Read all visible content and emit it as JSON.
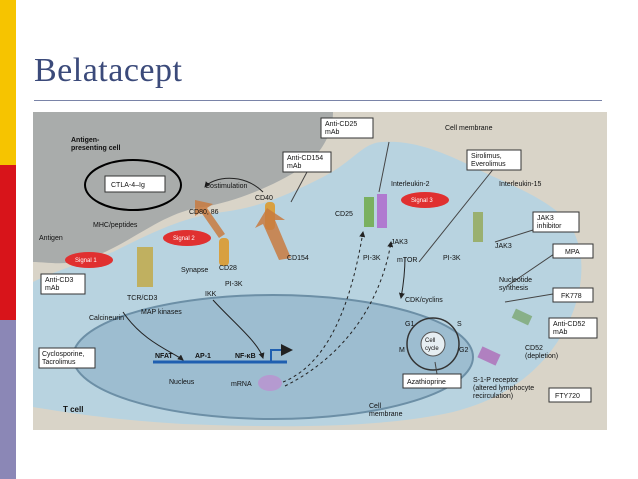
{
  "slide": {
    "title": "Belatacept"
  },
  "colors": {
    "bar_yellow": "#f6c400",
    "bar_red": "#d8141a",
    "bar_purple": "#8b87b6",
    "title": "#3b4a7a"
  },
  "diagram": {
    "apc_label": "Antigen-\npresenting cell",
    "tcell_label": "T cell",
    "nucleus_label": "Nucleus",
    "cell_membrane_top": "Cell membrane",
    "cell_membrane_bottom": "Cell\nmembrane",
    "ctla4": "CTLA-4–Ig",
    "costimulation": "Costimulation",
    "cd80_86": "CD80, 86",
    "cd40": "CD40",
    "cd154": "CD154",
    "cd28": "CD28",
    "mhc": "MHC/peptides",
    "antigen": "Antigen",
    "synapse": "Synapse",
    "tcr": "TCR/CD3",
    "signal1": "Signal 1",
    "signal2": "Signal 2",
    "signal3": "Signal 3",
    "anti_cd3": "Anti-CD3\nmAb",
    "anti_cd154": "Anti-CD154\nmAb",
    "anti_cd25": "Anti-CD25\nmAb",
    "sirolimus": "Sirolimus,\nEverolimus",
    "il2": "Interleukin-2",
    "il15": "Interleukin-15",
    "cd25": "CD25",
    "jak3_a": "JAK3",
    "jak3_b": "JAK3",
    "jak3_inhibitor": "JAK3\ninhibitor",
    "pi3k_a": "PI-3K",
    "pi3k_b": "PI-3K",
    "pi3k_c": "PI-3K",
    "mtor": "mTOR",
    "cdk": "CDK/cyclins",
    "nucleotide": "Nucleotide\nsynthesis",
    "mpa": "MPA",
    "fk778": "FK778",
    "anti_cd52": "Anti-CD52\nmAb",
    "cd52": "CD52\n(depletion)",
    "fty720": "FTY720",
    "s1p": "S-1-P receptor\n(altered lymphocyte\nrecirculation)",
    "calcineurin": "Calcineurin",
    "map": "MAP kinases",
    "ikk": "IKK",
    "cyclosporine": "Cyclosporine,\nTacrolimus",
    "nfat": "NFAT",
    "ap1": "AP-1",
    "nfkb": "NF-κB",
    "mrna": "mRNA",
    "cycle": "Cell\ncycle",
    "g1": "G1",
    "s": "S",
    "m": "M",
    "g2": "G2",
    "azathioprine": "Azathioprine"
  }
}
